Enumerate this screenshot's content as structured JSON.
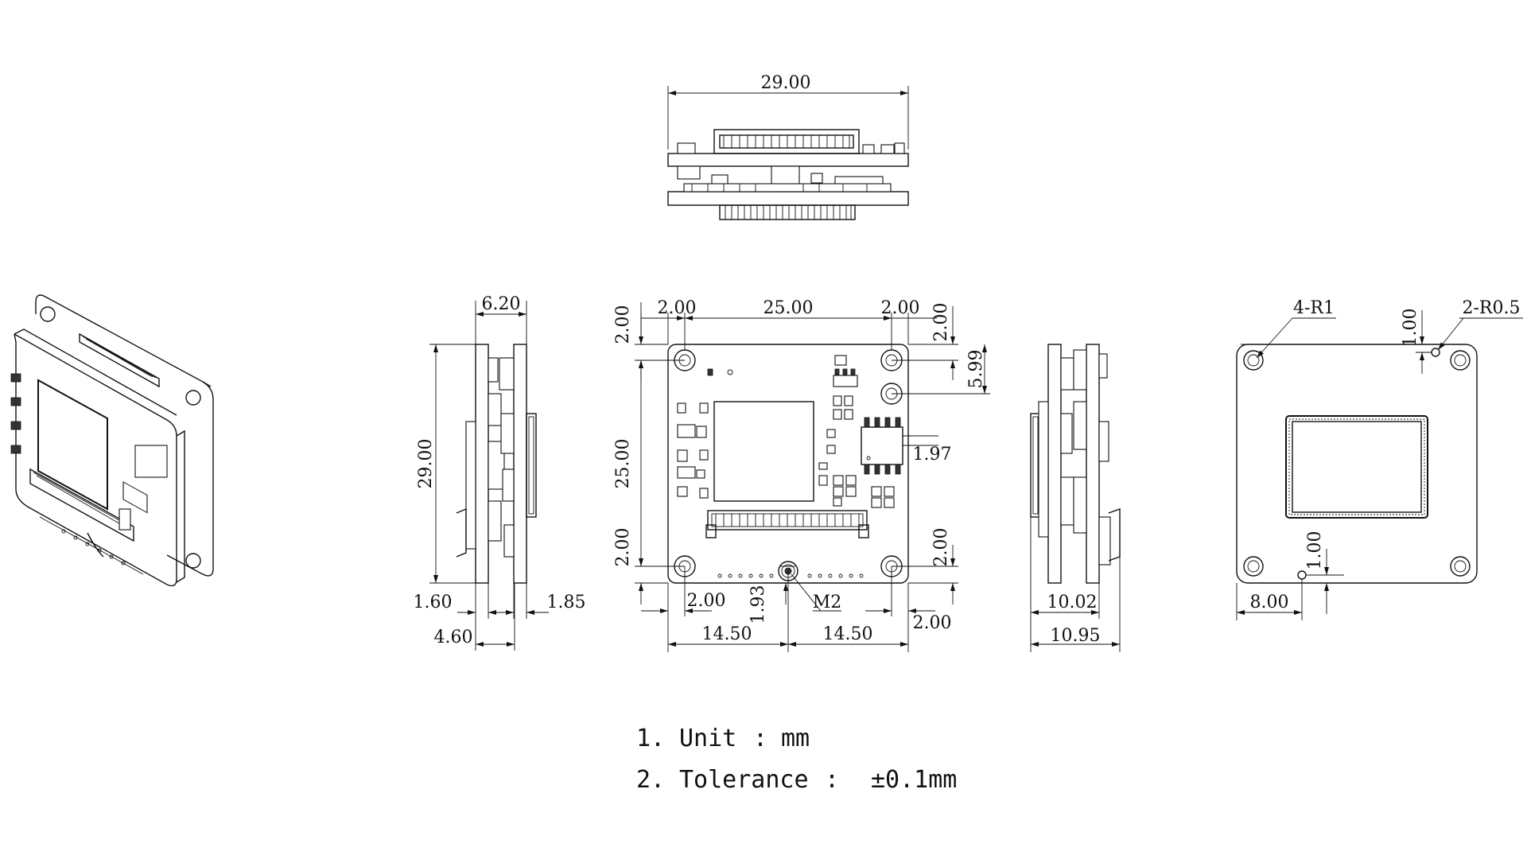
{
  "views": {
    "top": {
      "width": "29.00"
    },
    "left_side": {
      "thickness": "6.20",
      "height": "29.00",
      "bottom_left": "1.60",
      "bottom_right": "1.85",
      "overall": "4.60"
    },
    "front": {
      "margin_top_left": "2.00",
      "span_top": "25.00",
      "margin_top_right": "2.00",
      "vert_top_left": "2.00",
      "vert_top_right": "2.00",
      "vert_hole2": "5.99",
      "span_left": "25.00",
      "vert_bottom_left": "2.00",
      "vert_bottom_right": "2.00",
      "chip_offset": "1.97",
      "hole_offset_left": "2.00",
      "screw_offset": "1.93",
      "screw_label": "M2",
      "hole_offset_right": "2.00",
      "half_left": "14.50",
      "half_right": "14.50"
    },
    "right_side": {
      "inner": "10.02",
      "overall": "10.95"
    },
    "back": {
      "hole_radius": "4-R1",
      "pin_radius": "2-R0.5",
      "pin_top_offset": "1.00",
      "pin_bottom_offset": "1.00",
      "pin_x_offset": "8.00"
    }
  },
  "notes": [
    {
      "num": "1.",
      "label": "Unit",
      "sep": ":",
      "value": "mm"
    },
    {
      "num": "2.",
      "label": "Tolerance",
      "sep": ":",
      "value": "±0.1mm"
    }
  ]
}
